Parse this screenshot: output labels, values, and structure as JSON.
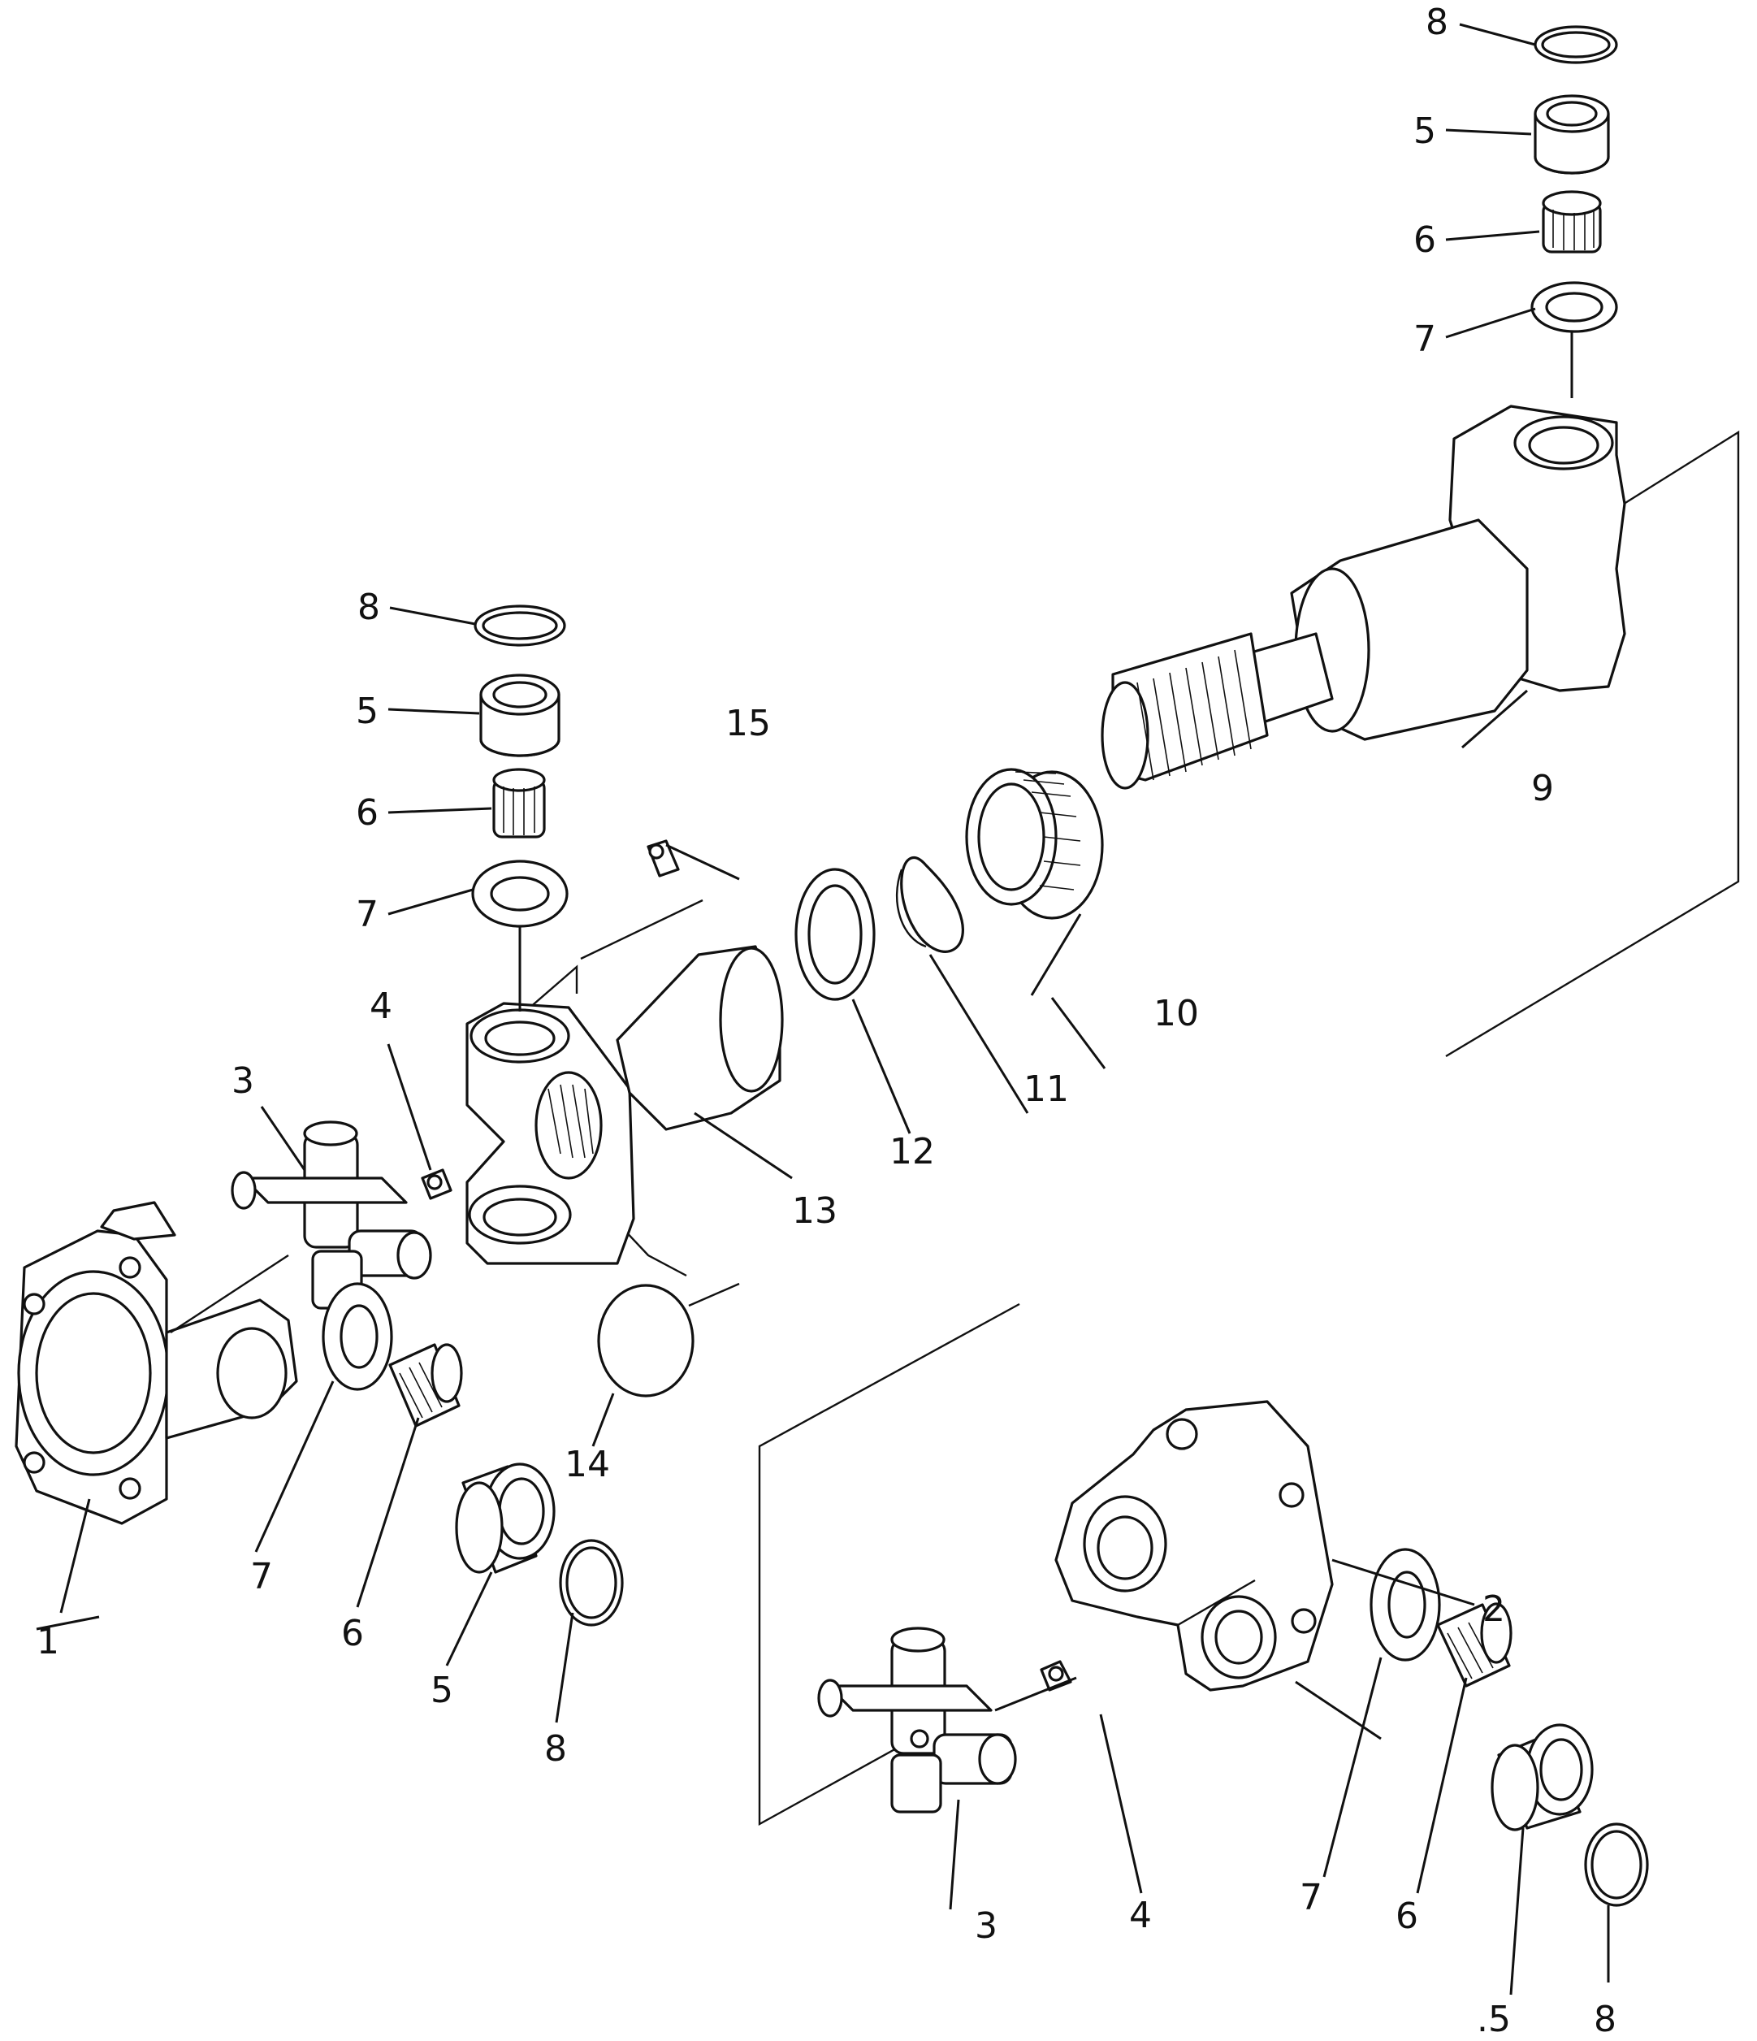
{
  "diagram": {
    "callouts": {
      "c1": "1",
      "c2": "2",
      "c3a": "3",
      "c3b": "3",
      "c4a": "4",
      "c4b": "4",
      "c5a": "5",
      "c5b": "5",
      "c5c": "5",
      "c5d": ".5",
      "c6a": "6",
      "c6b": "6",
      "c6c": "6",
      "c6d": "6",
      "c7a": "7",
      "c7b": "7",
      "c7c": "7",
      "c7d": "7",
      "c8a": "8",
      "c8b": "8",
      "c8c": "8",
      "c8d": "8",
      "c9": "9",
      "c10": "10",
      "c11": "11",
      "c12": "12",
      "c13": "13",
      "c14": "14",
      "c15": "15"
    }
  }
}
